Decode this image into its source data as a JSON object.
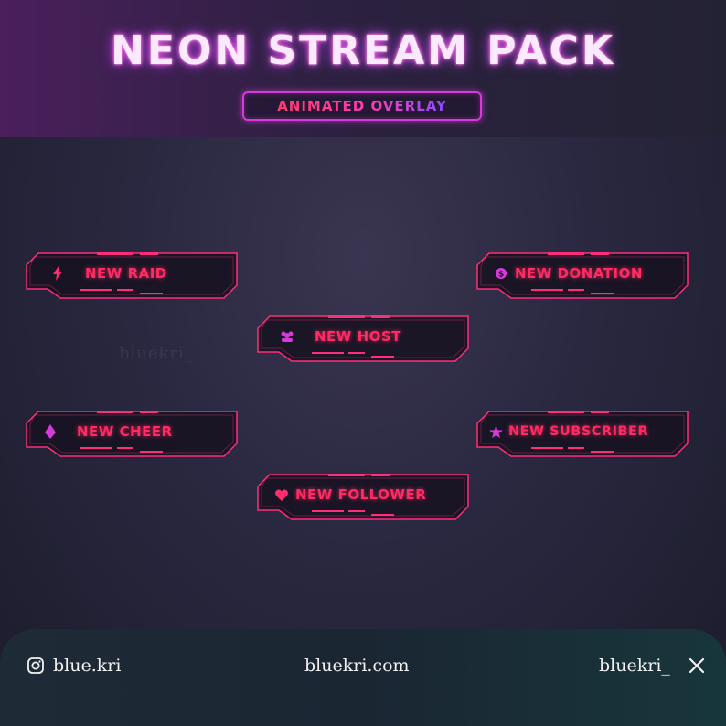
{
  "header": {
    "title": "NEON STREAM PACK",
    "badge": "ANIMATED OVERLAY"
  },
  "alerts": [
    {
      "label": "NEW RAID",
      "icon": "lightning-icon"
    },
    {
      "label": "NEW DONATION",
      "icon": "coin-icon"
    },
    {
      "label": "NEW HOST",
      "icon": "group-icon"
    },
    {
      "label": "NEW CHEER",
      "icon": "bits-icon"
    },
    {
      "label": "NEW SUBSCRIBER",
      "icon": "star-icon"
    },
    {
      "label": "NEW FOLLOWER",
      "icon": "heart-icon"
    }
  ],
  "watermark": "bluekri_",
  "footer": {
    "instagram": "blue.kri",
    "website": "bluekri.com",
    "twitter": "bluekri_"
  },
  "colors": {
    "accent": "#ff2b62",
    "frame": "#ff2d7a",
    "badge_border": "#d43bd9"
  }
}
